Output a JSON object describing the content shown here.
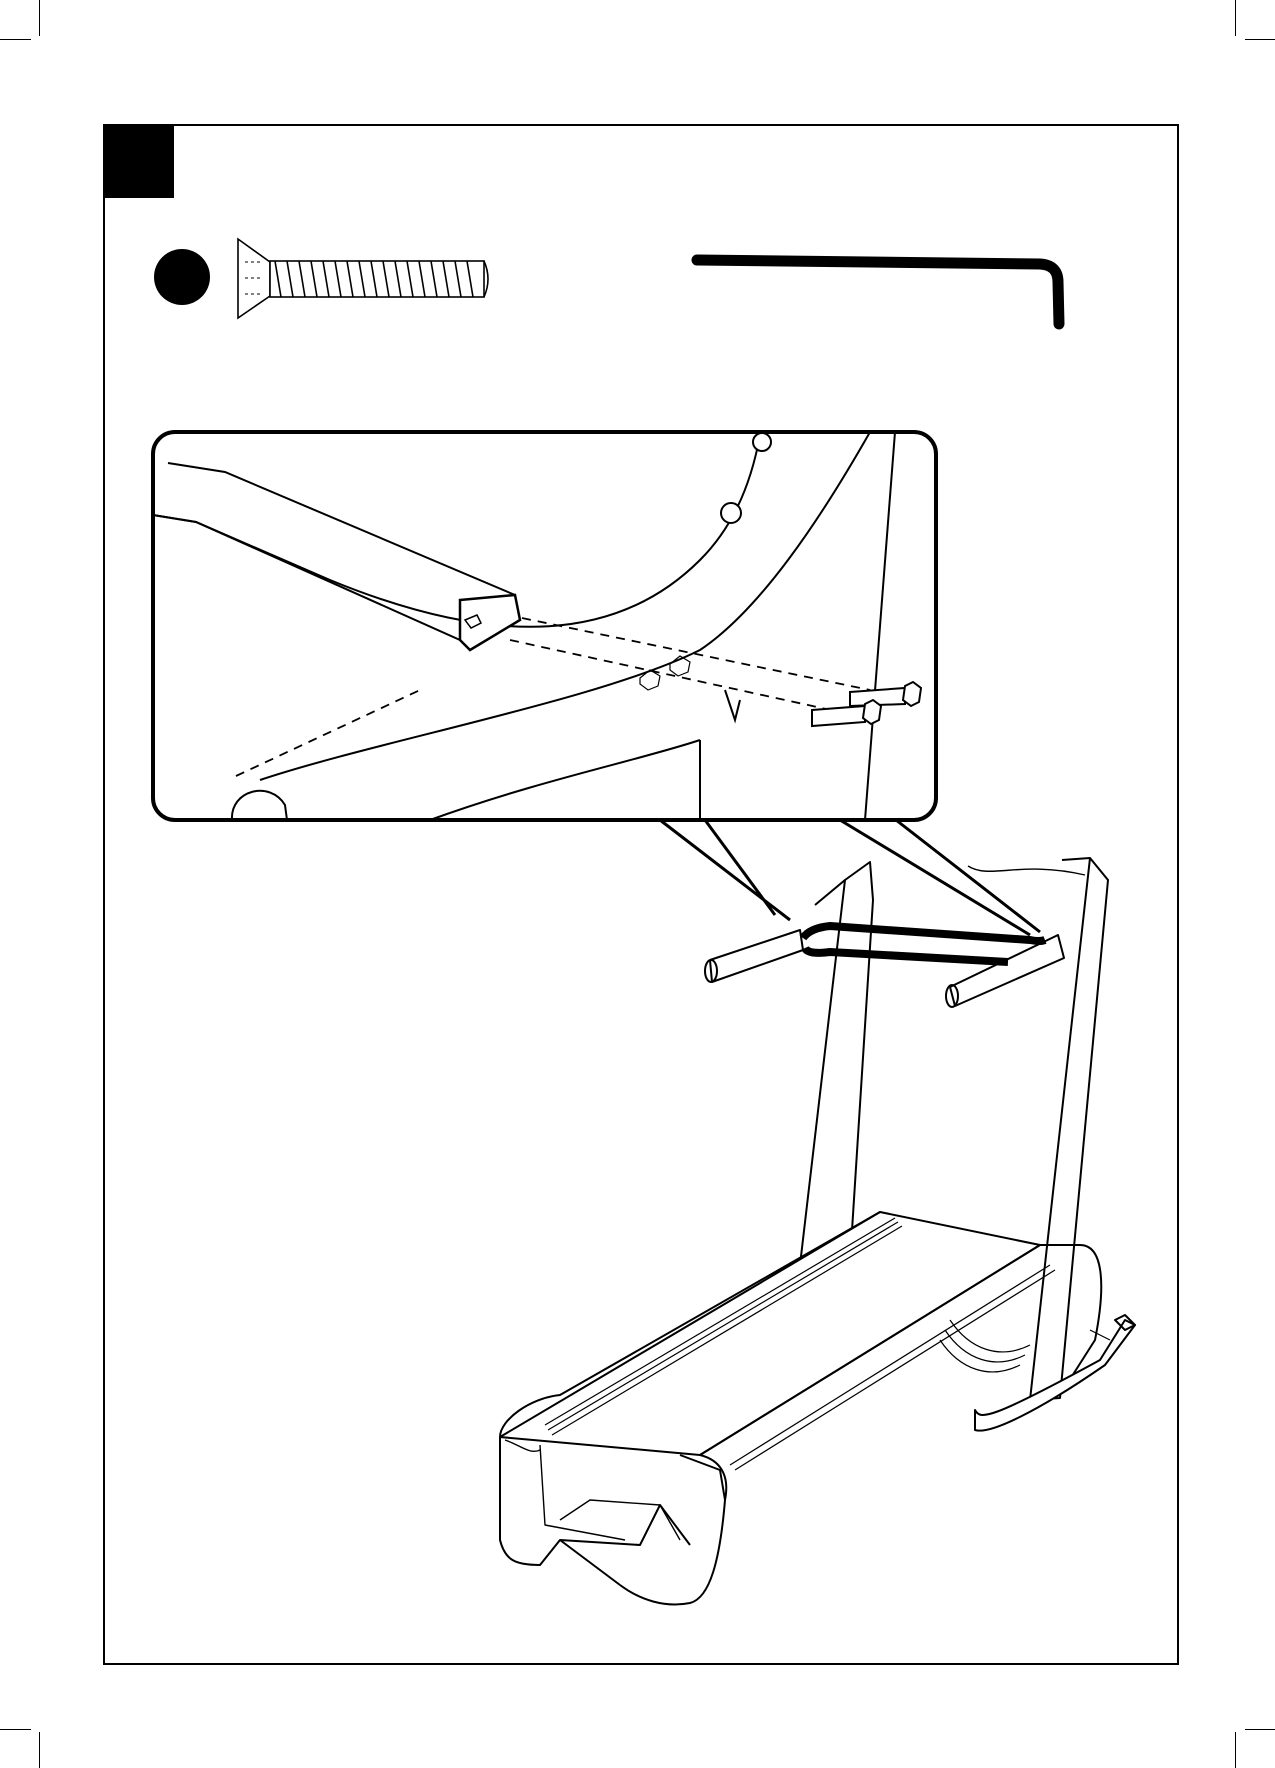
{
  "page": {
    "background": "#ffffff",
    "ink": "#000000"
  },
  "step": {
    "number_box_color": "#000000"
  },
  "parts": {
    "hardware_marker": "filled-circle",
    "bolt": "countersunk-hex-socket-bolt-icon",
    "tool": "allen-key-icon"
  },
  "illustration": {
    "detail_view": "handlebar-bolt-detail",
    "main_view": "treadmill-assembly"
  }
}
